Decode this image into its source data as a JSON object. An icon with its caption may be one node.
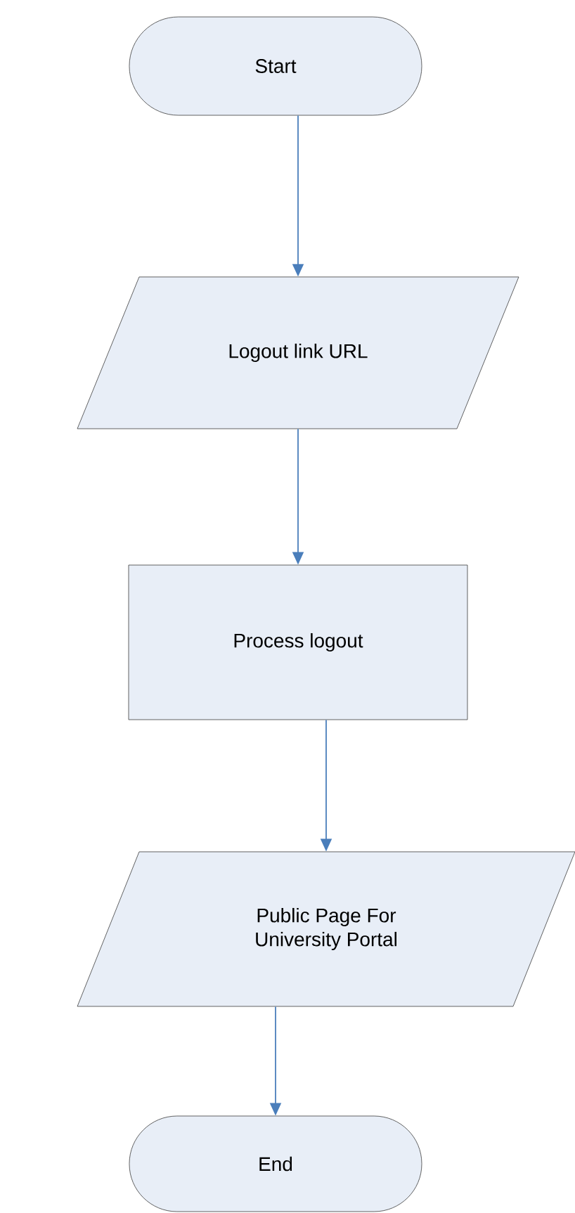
{
  "diagram": {
    "nodes": [
      {
        "text": [
          "Start"
        ]
      },
      {
        "text": [
          "Logout link URL"
        ]
      },
      {
        "text": [
          "Process logout"
        ]
      },
      {
        "text": [
          "Public Page For University Portal"
        ]
      },
      {
        "text": [
          "End"
        ]
      }
    ],
    "edges": [
      {
        "from": 0,
        "to": 1,
        "arrow": "to"
      },
      {
        "from": 1,
        "to": 2,
        "arrow": "to"
      },
      {
        "from": 2,
        "to": 3,
        "arrow": "to"
      },
      {
        "from": 3,
        "to": 4,
        "arrow": "to"
      }
    ]
  }
}
